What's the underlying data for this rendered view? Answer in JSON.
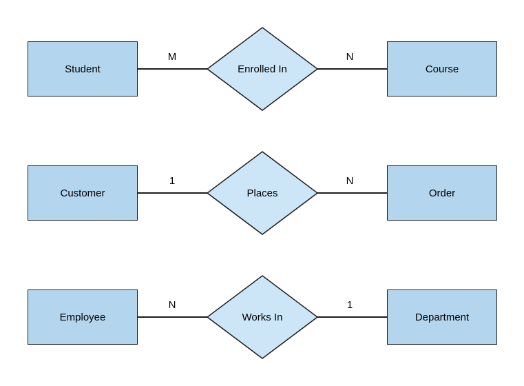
{
  "colors": {
    "entity_fill": "#b3d6ee",
    "relationship_fill": "#cce6f8",
    "stroke": "#1c1c1c"
  },
  "rows": [
    {
      "left_entity": "Student",
      "left_cardinality": "M",
      "relationship": "Enrolled In",
      "right_cardinality": "N",
      "right_entity": "Course"
    },
    {
      "left_entity": "Customer",
      "left_cardinality": "1",
      "relationship": "Places",
      "right_cardinality": "N",
      "right_entity": "Order"
    },
    {
      "left_entity": "Employee",
      "left_cardinality": "N",
      "relationship": "Works In",
      "right_cardinality": "1",
      "right_entity": "Department"
    }
  ]
}
